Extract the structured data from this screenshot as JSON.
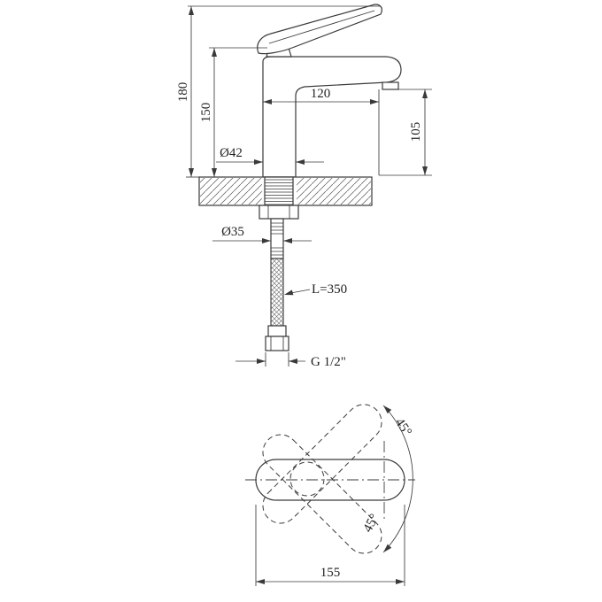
{
  "drawing": {
    "type": "faucet-technical-drawing",
    "background": "#ffffff",
    "line_color": "#3a3a3a"
  },
  "side_view": {
    "dims": {
      "total_height": "180",
      "body_height": "150",
      "spout_reach": "120",
      "spout_height": "105",
      "base_diameter": "Ø42",
      "shank_diameter": "Ø35",
      "hose_length": "L=350",
      "thread_size": "G 1/2\""
    }
  },
  "top_view": {
    "dims": {
      "base_width": "155",
      "handle_angle_upper": "45°",
      "handle_angle_lower": "45°"
    }
  }
}
